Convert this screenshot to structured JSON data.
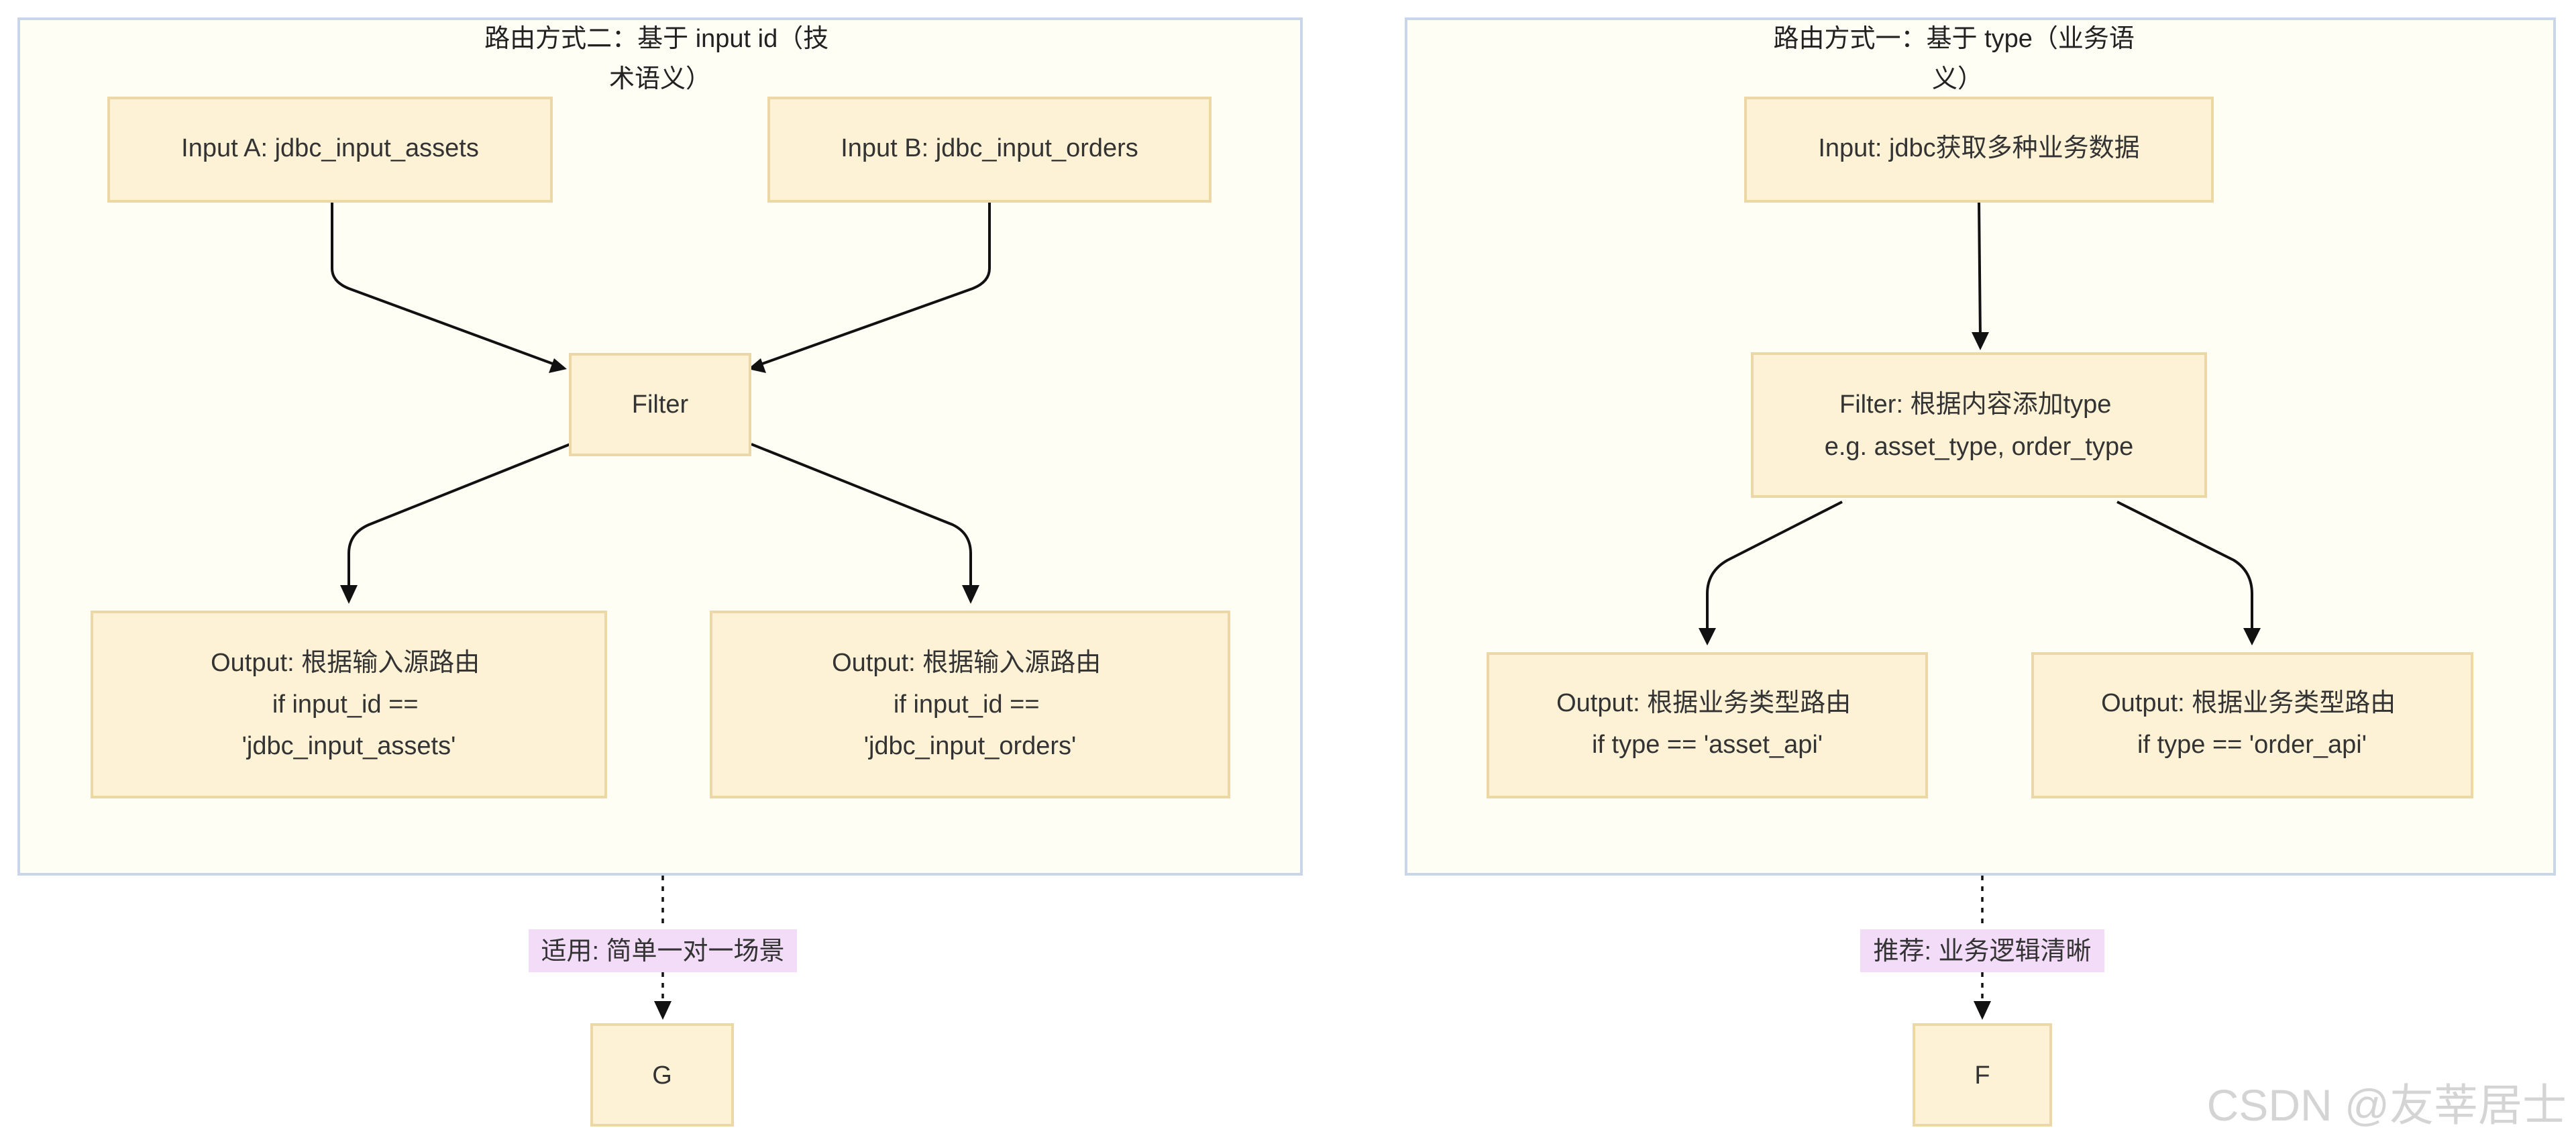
{
  "clusters": {
    "left": {
      "title_lines": [
        "路由方式二：基于 input id（技",
        "术语义）"
      ]
    },
    "right": {
      "title_lines": [
        "路由方式一：基于 type（业务语",
        "义）"
      ]
    }
  },
  "nodes": {
    "input_a": {
      "lines": [
        "Input A: jdbc_input_assets"
      ]
    },
    "input_b": {
      "lines": [
        "Input B: jdbc_input_orders"
      ]
    },
    "filter_left": {
      "lines": [
        "Filter"
      ]
    },
    "output_assets": {
      "lines": [
        "Output: 根据输入源路由",
        "if input_id ==",
        "'jdbc_input_assets'"
      ]
    },
    "output_orders": {
      "lines": [
        "Output: 根据输入源路由",
        "if input_id ==",
        "'jdbc_input_orders'"
      ]
    },
    "input_jdbc": {
      "lines": [
        "Input: jdbc获取多种业务数据"
      ]
    },
    "filter_right": {
      "lines": [
        "Filter: 根据内容添加type",
        "e.g. asset_type, order_type"
      ]
    },
    "output_asset_api": {
      "lines": [
        "Output: 根据业务类型路由",
        "if type == 'asset_api'"
      ]
    },
    "output_order_api": {
      "lines": [
        "Output: 根据业务类型路由",
        "if type == 'order_api'"
      ]
    },
    "node_g": {
      "lines": [
        "G"
      ]
    },
    "node_f": {
      "lines": [
        "F"
      ]
    }
  },
  "edge_labels": {
    "left_to_g": "适用: 简单一对一场景",
    "right_to_f": "推荐: 业务逻辑清晰"
  },
  "watermark": "CSDN @友莘居士",
  "colors": {
    "cluster_fill": "#fffef5",
    "cluster_border": "#c9d6ea",
    "node_fill": "#fdf2d6",
    "node_border": "#ecd7a6",
    "edge_label_fill": "#f2dcf8",
    "edge_color": "#111111",
    "text_color": "#333333",
    "watermark_color": "#d4d4d4"
  }
}
